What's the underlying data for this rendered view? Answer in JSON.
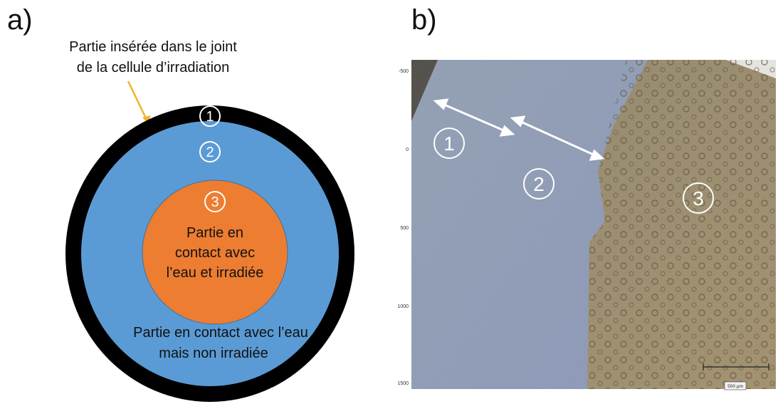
{
  "panels": {
    "a": {
      "label": "a)",
      "callout_line1": "Partie insérée dans le joint",
      "callout_line2": "de la cellule d’irradiation",
      "zone_numbers": [
        "1",
        "2",
        "3"
      ],
      "inner_text": [
        "Partie en",
        "contact avec",
        "l’eau et irradiée"
      ],
      "middle_text": [
        "Partie en contact avec l’eau",
        "mais non irradiée"
      ],
      "colors": {
        "outer_ring": "#000000",
        "middle_disk": "#5b9bd5",
        "inner_disk": "#ed7d31",
        "arrow": "#f0b429"
      }
    },
    "b": {
      "label": "b)",
      "zone_numbers": [
        "1",
        "2",
        "3"
      ],
      "y_ticks": [
        "-500",
        "0",
        "500",
        "1000",
        "1500"
      ],
      "scale_bar": "500 µm"
    }
  }
}
